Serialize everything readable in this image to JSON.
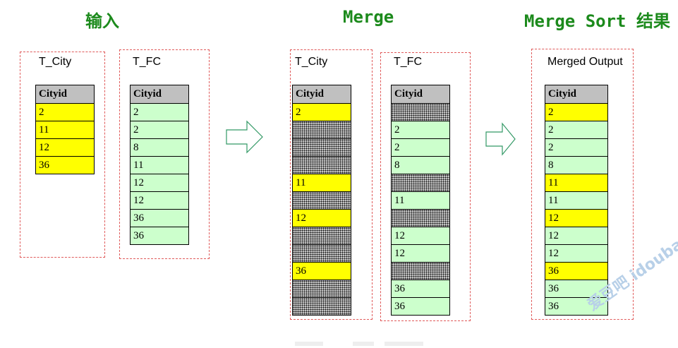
{
  "headings": {
    "input": "输入",
    "merge": "Merge",
    "result": "Merge Sort 结果"
  },
  "sections": {
    "input_city": {
      "name": "T_City",
      "header": "Cityid",
      "rows": [
        {
          "v": "2",
          "s": "yellow"
        },
        {
          "v": "11",
          "s": "yellow"
        },
        {
          "v": "12",
          "s": "yellow"
        },
        {
          "v": "36",
          "s": "yellow"
        }
      ]
    },
    "input_fc": {
      "name": "T_FC",
      "header": "Cityid",
      "rows": [
        {
          "v": "2",
          "s": "green"
        },
        {
          "v": "2",
          "s": "green"
        },
        {
          "v": "8",
          "s": "green"
        },
        {
          "v": "11",
          "s": "green"
        },
        {
          "v": "12",
          "s": "green"
        },
        {
          "v": "12",
          "s": "green"
        },
        {
          "v": "36",
          "s": "green"
        },
        {
          "v": "36",
          "s": "green"
        }
      ]
    },
    "merge_city": {
      "name": "T_City",
      "header": "Cityid",
      "rows": [
        {
          "v": "2",
          "s": "yellow"
        },
        {
          "v": "",
          "s": "hatch"
        },
        {
          "v": "",
          "s": "hatch"
        },
        {
          "v": "",
          "s": "hatch"
        },
        {
          "v": "11",
          "s": "yellow"
        },
        {
          "v": "",
          "s": "hatch"
        },
        {
          "v": "12",
          "s": "yellow"
        },
        {
          "v": "",
          "s": "hatch"
        },
        {
          "v": "",
          "s": "hatch"
        },
        {
          "v": "36",
          "s": "yellow"
        },
        {
          "v": "",
          "s": "hatch"
        },
        {
          "v": "",
          "s": "hatch"
        }
      ]
    },
    "merge_fc": {
      "name": "T_FC",
      "header": "Cityid",
      "rows": [
        {
          "v": "",
          "s": "hatch"
        },
        {
          "v": "2",
          "s": "green"
        },
        {
          "v": "2",
          "s": "green"
        },
        {
          "v": "8",
          "s": "green"
        },
        {
          "v": "",
          "s": "hatch"
        },
        {
          "v": "11",
          "s": "green"
        },
        {
          "v": "",
          "s": "hatch"
        },
        {
          "v": "12",
          "s": "green"
        },
        {
          "v": "12",
          "s": "green"
        },
        {
          "v": "",
          "s": "hatch"
        },
        {
          "v": "36",
          "s": "green"
        },
        {
          "v": "36",
          "s": "green"
        }
      ]
    },
    "merged": {
      "name": "Merged Output",
      "header": "Cityid",
      "rows": [
        {
          "v": "2",
          "s": "yellow"
        },
        {
          "v": "2",
          "s": "green"
        },
        {
          "v": "2",
          "s": "green"
        },
        {
          "v": "8",
          "s": "green"
        },
        {
          "v": "11",
          "s": "yellow"
        },
        {
          "v": "11",
          "s": "green"
        },
        {
          "v": "12",
          "s": "yellow"
        },
        {
          "v": "12",
          "s": "green"
        },
        {
          "v": "12",
          "s": "green"
        },
        {
          "v": "36",
          "s": "yellow"
        },
        {
          "v": "36",
          "s": "green"
        },
        {
          "v": "36",
          "s": "green"
        }
      ]
    }
  },
  "watermark": "爱豆吧 idouba.net",
  "colors": {
    "heading": "#1c8a1c",
    "frame_border": "#e05a5a",
    "header_fill": "#c0c0c0",
    "yellow_fill": "#ffff00",
    "green_fill": "#ccffcc",
    "arrow_stroke": "#339966"
  }
}
